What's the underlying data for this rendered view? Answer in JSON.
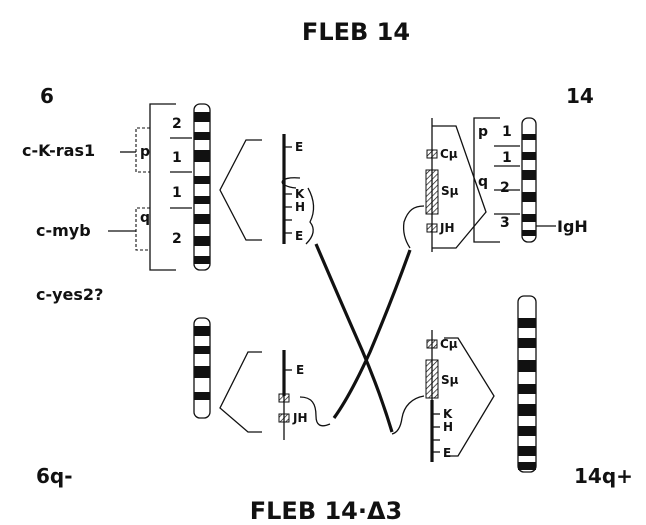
{
  "figure": {
    "title_top": "FLEB 14",
    "title_bottom": "FLEB 14·Δ3",
    "chr6": {
      "label": "6",
      "derivative_label": "6q-",
      "arm_p": "p",
      "arm_q": "q",
      "bands": [
        "2",
        "1",
        "1",
        "2"
      ],
      "genes": [
        "c-K-ras1",
        "c-myb",
        "c-yes2?"
      ]
    },
    "chr14": {
      "label": "14",
      "derivative_label": "14q+",
      "arm_p": "p",
      "arm_q": "q",
      "bands": [
        "1",
        "1",
        "2",
        "3"
      ],
      "gene": "IgH"
    },
    "segments": {
      "E": "E",
      "K": "K",
      "H": "H",
      "C_mu": "Cμ",
      "S_mu": "Sμ",
      "J_H": "JH"
    },
    "colors": {
      "ink": "#111111",
      "background": "#ffffff"
    }
  }
}
